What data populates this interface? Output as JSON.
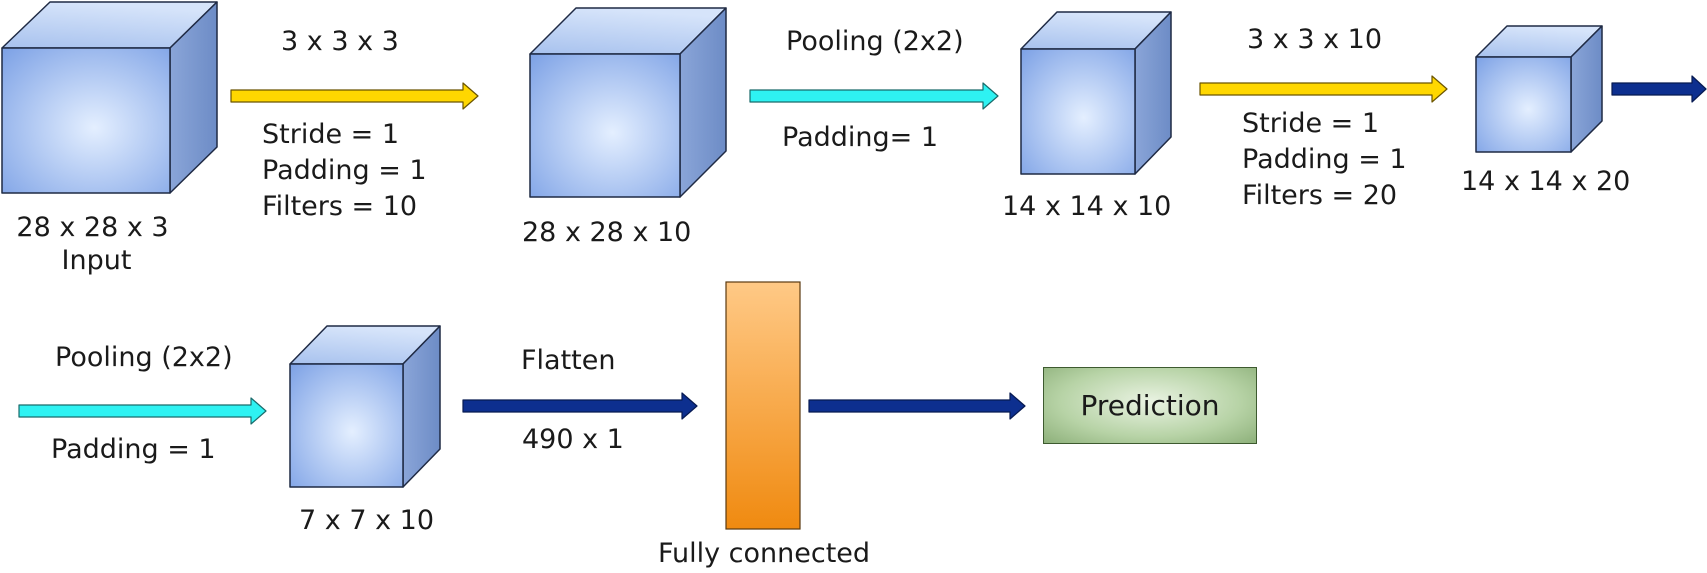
{
  "layers": {
    "input": {
      "dims": "28 x 28 x 3",
      "name": "Input"
    },
    "conv1": {
      "kernel": "3  x 3 x 3",
      "stride": "Stride = 1",
      "padding": "Padding = 1",
      "filters": "Filters = 10",
      "output": "28 x 28 x 10"
    },
    "pool1": {
      "title": "Pooling (2x2)",
      "padding": "Padding= 1",
      "output": "14 x 14 x 10"
    },
    "conv2": {
      "kernel": "3  x 3 x 10",
      "stride": "Stride = 1",
      "padding": "Padding = 1",
      "filters": "Filters = 20",
      "output": "14 x 14 x 20"
    },
    "pool2": {
      "title": "Pooling (2x2)",
      "padding": "Padding = 1",
      "output": "7 x 7 x 10"
    },
    "flatten": {
      "title": "Flatten",
      "size": "490 x 1"
    },
    "fc": {
      "name": "Fully connected"
    },
    "prediction": {
      "label": "Prediction"
    }
  },
  "colors": {
    "conv_arrow": "#ffd700",
    "pool_arrow": "#2ef2f2",
    "dense_arrow": "#0d2f8f",
    "cube_front_light": "#dce9fb",
    "cube_front_dark": "#7fa3e6",
    "fc_top": "#ffc986",
    "fc_bottom": "#f08a10",
    "prediction_fill": "#b7d3a6"
  }
}
